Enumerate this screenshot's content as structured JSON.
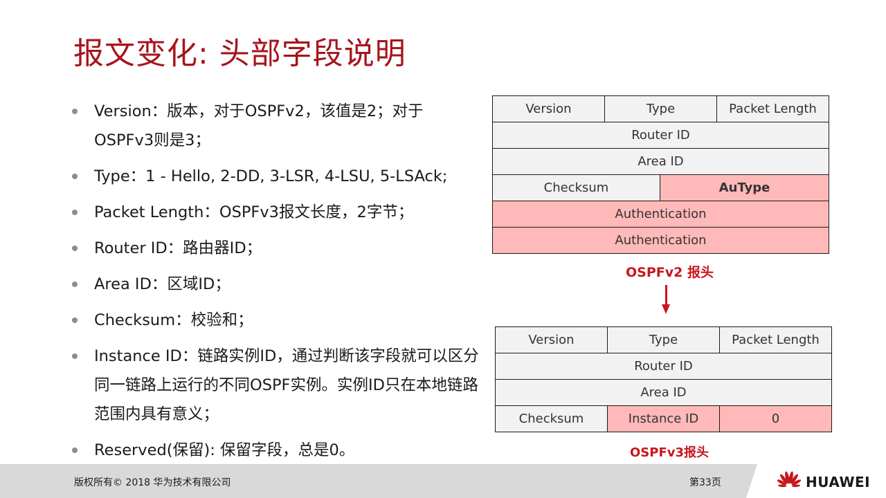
{
  "title": "报文变化: 头部字段说明",
  "bullets": [
    "Version：版本，对于OSPFv2，该值是2；对于OSPFv3则是3；",
    "Type：1 - Hello, 2-DD, 3-LSR, 4-LSU, 5-LSAck;",
    "Packet Length：OSPFv3报文长度，2字节；",
    "Router ID：路由器ID；",
    "Area ID：区域ID；",
    "Checksum：校验和；",
    "Instance ID：链路实例ID，通过判断该字段就可以区分同一链路上运行的不同OSPF实例。实例ID只在本地链路范围内具有意义；",
    "Reserved(保留): 保留字段，总是0。"
  ],
  "ospfv2": {
    "version": "Version",
    "type": "Type",
    "packet_length": "Packet Length",
    "router_id": "Router ID",
    "area_id": "Area ID",
    "checksum": "Checksum",
    "autype": "AuType",
    "authentication_1": "Authentication",
    "authentication_2": "Authentication",
    "caption": "OSPFv2 报头"
  },
  "ospfv3": {
    "version": "Version",
    "type": "Type",
    "packet_length": "Packet Length",
    "router_id": "Router ID",
    "area_id": "Area ID",
    "checksum": "Checksum",
    "instance_id": "Instance ID",
    "reserved": "0",
    "caption": "OSPFv3报头"
  },
  "footer": {
    "copyright": "版权所有© 2018 华为技术有限公司",
    "page": "第33页",
    "brand": "HUAWEI"
  },
  "colors": {
    "title": "#a6141c",
    "highlight_cell": "#ffb9b9",
    "caption": "#c8161d",
    "cell_bg": "#f2f2f2",
    "footer_bg": "#d9d9d9"
  },
  "icons": {
    "bullet": "bullet-dot-icon",
    "arrow": "down-arrow-icon",
    "logo": "huawei-logo-icon"
  }
}
